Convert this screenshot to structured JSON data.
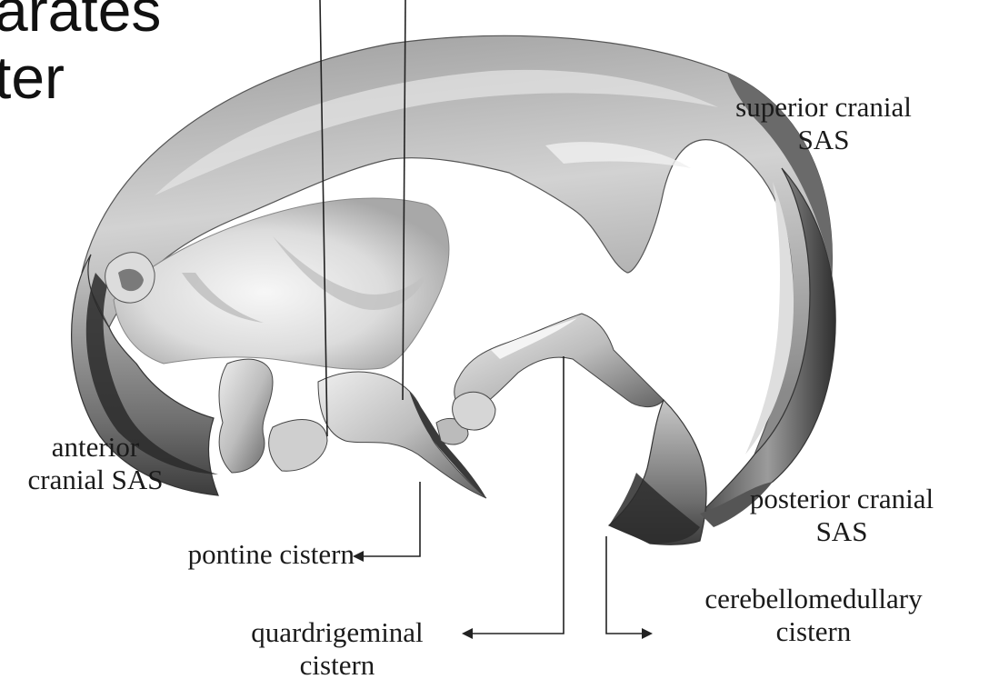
{
  "slide_fragments": {
    "line1": "arates",
    "line2": "ter"
  },
  "labels": {
    "superior_line1": "superior cranial",
    "superior_line2": "SAS",
    "anterior_line1": "anterior",
    "anterior_line2": "cranial SAS",
    "posterior_line1": "posterior cranial",
    "posterior_line2": "SAS",
    "pontine": "pontine cistern",
    "quadrigeminal_line1": "quardrigeminal",
    "quadrigeminal_line2": "cistern",
    "cerebello_line1": "cerebellomedullary",
    "cerebello_line2": "cistern"
  },
  "colors": {
    "background": "#ffffff",
    "text": "#1a1a1a",
    "leader": "#222222",
    "surface_light": "#f2f2f2",
    "surface_mid": "#a9a9a9",
    "surface_dark": "#3a3a3a"
  }
}
